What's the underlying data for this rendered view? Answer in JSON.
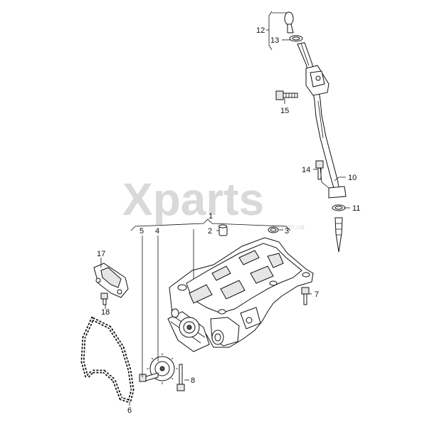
{
  "watermark": {
    "brand": "Xparts",
    "domain": "com.ua"
  },
  "callouts": {
    "c1": "1",
    "c2": "2",
    "c3": "3",
    "c4": "4",
    "c5": "5",
    "c6": "6",
    "c7": "7",
    "c8": "8",
    "c10": "10",
    "c11": "11",
    "c12": "12",
    "c13": "13",
    "c14": "14",
    "c15": "15",
    "c17": "17",
    "c18": "18"
  }
}
